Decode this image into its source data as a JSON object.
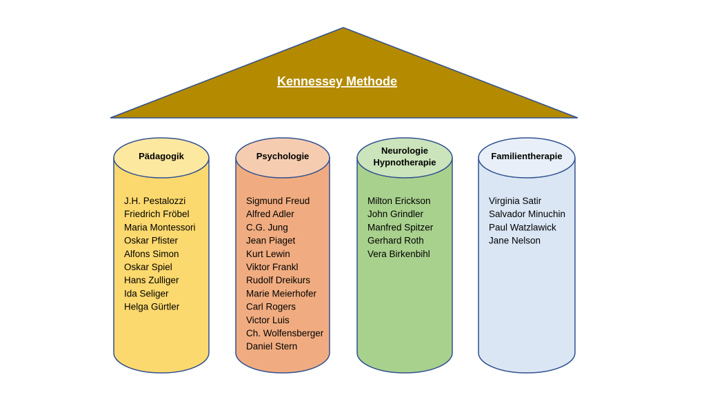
{
  "roof": {
    "title": "Kennessey Methode",
    "color": "#b38a00",
    "stroke": "#2f4f8f"
  },
  "columns": [
    {
      "title": [
        "Pädagogik"
      ],
      "body_color": "#fcd96e",
      "top_color": "#fde8a0",
      "items": [
        "J.H. Pestalozzi",
        "Friedrich Fröbel",
        "Maria Montessori",
        "Oskar Pfister",
        "Alfons Simon",
        "Oskar Spiel",
        "Hans Zulliger",
        "Ida Seliger",
        "Helga Gürtler"
      ]
    },
    {
      "title": [
        "Psychologie"
      ],
      "body_color": "#f0ac80",
      "top_color": "#f6ccb0",
      "items": [
        "Sigmund Freud",
        "Alfred Adler",
        "C.G. Jung",
        "Jean Piaget",
        "Kurt Lewin",
        "Viktor Frankl",
        "Rudolf Dreikurs",
        "Marie Meierhofer",
        "Carl Rogers",
        "Victor Luis",
        "Ch. Wolfensberger",
        "Daniel Stern"
      ]
    },
    {
      "title": [
        "Neurologie",
        "Hypnotherapie"
      ],
      "body_color": "#a9d18e",
      "top_color": "#cbe4bb",
      "items": [
        "Milton Erickson",
        "John Grindler",
        "Manfred Spitzer",
        "Gerhard Roth",
        "Vera Birkenbihl"
      ]
    },
    {
      "title": [
        "Familientherapie"
      ],
      "body_color": "#dae6f4",
      "top_color": "#e8eff8",
      "items": [
        "Virginia Satir",
        "Salvador Minuchin",
        "Paul Watzlawick",
        "Jane Nelson"
      ]
    }
  ]
}
